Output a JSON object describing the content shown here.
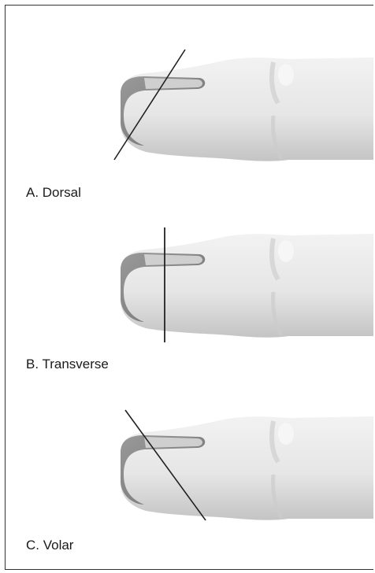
{
  "panels": [
    {
      "id": "dorsal",
      "label": "A. Dorsal"
    },
    {
      "id": "transverse",
      "label": "B. Transverse"
    },
    {
      "id": "volar",
      "label": "C. Volar"
    }
  ],
  "colors": {
    "frame_border": "#333333",
    "skin_light": "#ededed",
    "skin_mid": "#d6d6d6",
    "skin_shadow": "#bdbdbd",
    "nail": "#8a8a8a",
    "nail_dark": "#6e6e6e",
    "cut_line": "#222222"
  }
}
